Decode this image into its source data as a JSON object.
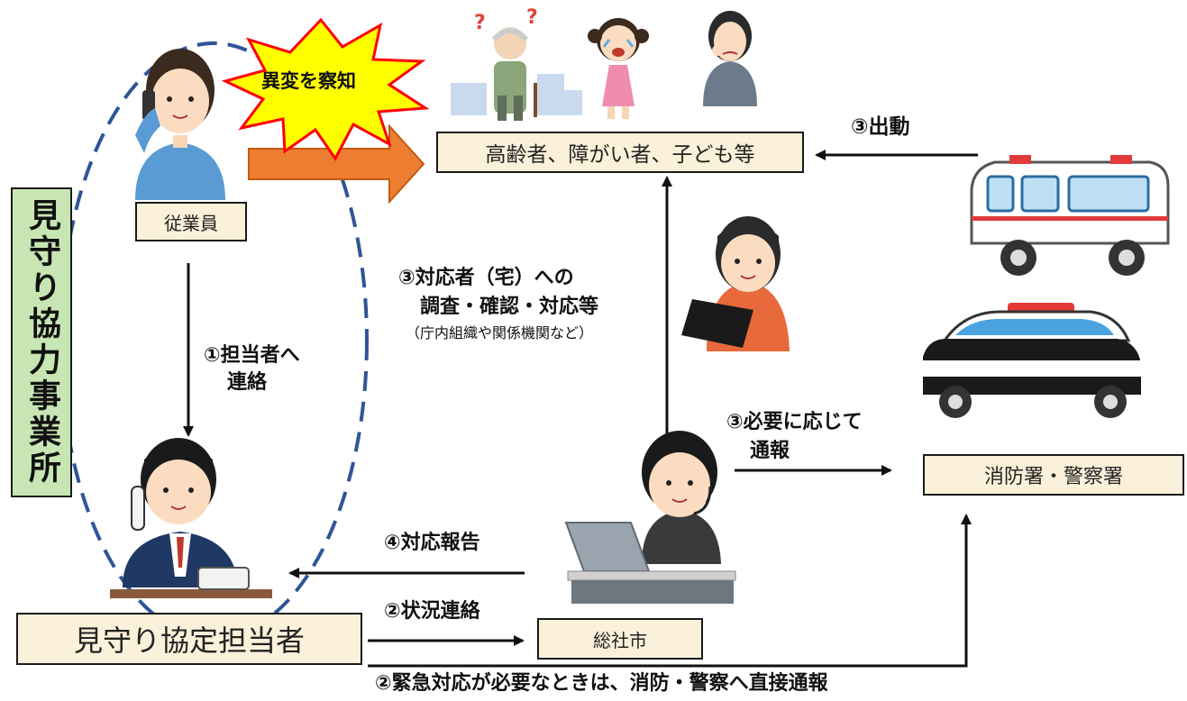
{
  "burst_text": "異変を察知",
  "vertical_label": "見守り協力事業所",
  "boxes": {
    "employee": "従業員",
    "victims": "高齢者、障がい者、子ども等",
    "officer": "見守り協定担当者",
    "city": "総社市",
    "fire_police": "消防署・警察署"
  },
  "labels": {
    "step1_line1": "①担当者へ",
    "step1_line2": "連絡",
    "step3_survey_line1": "③対応者（宅）への",
    "step3_survey_line2": "調査・確認・対応等",
    "step3_survey_note": "（庁内組織や関係機関など）",
    "step3_dispatch": "③出動",
    "step3_report_line1": "③必要に応じて",
    "step3_report_line2": "通報",
    "step4_report": "④対応報告",
    "step2_status": "②状況連絡",
    "step2_emergency": "②緊急対応が必要なときは、消防・警察へ直接通報"
  },
  "colors": {
    "box_fill": "#fbf0d9",
    "vertical_fill": "#c8e6b4",
    "big_arrow": "#ed7d31",
    "burst_fill": "#ffff00",
    "burst_stroke": "#ff0000",
    "dashed_oval": "#2f5597"
  },
  "icons": [
    "employee-on-phone-icon",
    "elderly-confused-icon",
    "crying-child-icon",
    "worried-woman-icon",
    "ambulance-icon",
    "police-car-icon",
    "staff-with-tablet-icon",
    "officer-on-phone-icon",
    "operator-at-computer-icon"
  ]
}
